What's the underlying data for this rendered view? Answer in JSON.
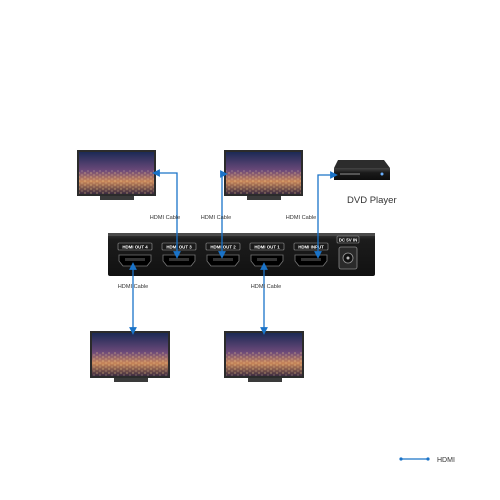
{
  "devices": {
    "dvd_player": "DVD Player"
  },
  "ports": {
    "out4": "HDMI OUT 4",
    "out3": "HDMI OUT 3",
    "out2": "HDMI OUT 2",
    "out1": "HDMI OUT 1",
    "input": "HDMI INPUT",
    "power": "DC 5V IN"
  },
  "cables": {
    "c_top_left": "HDMI Cable",
    "c_top_mid": "HDMI Cable",
    "c_top_right": "HDMI Cable",
    "c_bot_left": "HDMI Cable",
    "c_bot_right": "HDMI Cable"
  },
  "legend": {
    "label": "HDMI",
    "color": "#1a73c8"
  },
  "colors": {
    "cable": "#1a73c8",
    "splitter_body": "#1e1e1e",
    "tv_frame": "#2b2b2b"
  }
}
